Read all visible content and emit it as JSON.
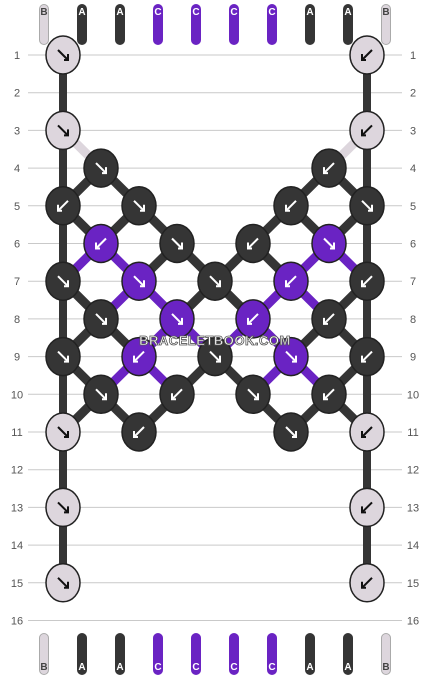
{
  "pattern": {
    "watermark": "BRACELETBOOK.COM",
    "strings_top": [
      "B",
      "A",
      "A",
      "C",
      "C",
      "C",
      "C",
      "A",
      "A",
      "B"
    ],
    "strings_bottom": [
      "B",
      "A",
      "A",
      "C",
      "C",
      "C",
      "C",
      "A",
      "A",
      "B"
    ],
    "string_colors": {
      "A": "#353535",
      "B": "#ddd6dd",
      "C": "#6a23c3"
    },
    "row_labels": [
      "1",
      "2",
      "3",
      "4",
      "5",
      "6",
      "7",
      "8",
      "9",
      "10",
      "11",
      "12",
      "13",
      "14",
      "15",
      "16"
    ],
    "knots": [
      {
        "row": 1,
        "pos": 1,
        "color": "B",
        "dir": "f"
      },
      {
        "row": 1,
        "pos": 9,
        "color": "B",
        "dir": "b"
      },
      {
        "row": 3,
        "pos": 1,
        "color": "B",
        "dir": "f"
      },
      {
        "row": 3,
        "pos": 9,
        "color": "B",
        "dir": "b"
      },
      {
        "row": 4,
        "pos": 2,
        "color": "A",
        "dir": "f"
      },
      {
        "row": 4,
        "pos": 8,
        "color": "A",
        "dir": "b"
      },
      {
        "row": 5,
        "pos": 1,
        "color": "A",
        "dir": "b"
      },
      {
        "row": 5,
        "pos": 3,
        "color": "A",
        "dir": "f"
      },
      {
        "row": 5,
        "pos": 7,
        "color": "A",
        "dir": "b"
      },
      {
        "row": 5,
        "pos": 9,
        "color": "A",
        "dir": "f"
      },
      {
        "row": 6,
        "pos": 2,
        "color": "C",
        "dir": "b"
      },
      {
        "row": 6,
        "pos": 4,
        "color": "A",
        "dir": "f"
      },
      {
        "row": 6,
        "pos": 6,
        "color": "A",
        "dir": "b"
      },
      {
        "row": 6,
        "pos": 8,
        "color": "C",
        "dir": "f"
      },
      {
        "row": 7,
        "pos": 1,
        "color": "A",
        "dir": "f"
      },
      {
        "row": 7,
        "pos": 3,
        "color": "C",
        "dir": "f"
      },
      {
        "row": 7,
        "pos": 5,
        "color": "A",
        "dir": "f"
      },
      {
        "row": 7,
        "pos": 7,
        "color": "C",
        "dir": "b"
      },
      {
        "row": 7,
        "pos": 9,
        "color": "A",
        "dir": "b"
      },
      {
        "row": 8,
        "pos": 2,
        "color": "A",
        "dir": "f"
      },
      {
        "row": 8,
        "pos": 4,
        "color": "C",
        "dir": "f"
      },
      {
        "row": 8,
        "pos": 6,
        "color": "C",
        "dir": "b"
      },
      {
        "row": 8,
        "pos": 8,
        "color": "A",
        "dir": "b"
      },
      {
        "row": 9,
        "pos": 1,
        "color": "A",
        "dir": "f"
      },
      {
        "row": 9,
        "pos": 3,
        "color": "C",
        "dir": "b"
      },
      {
        "row": 9,
        "pos": 5,
        "color": "A",
        "dir": "f"
      },
      {
        "row": 9,
        "pos": 7,
        "color": "C",
        "dir": "f"
      },
      {
        "row": 9,
        "pos": 9,
        "color": "A",
        "dir": "b"
      },
      {
        "row": 10,
        "pos": 2,
        "color": "A",
        "dir": "f"
      },
      {
        "row": 10,
        "pos": 4,
        "color": "A",
        "dir": "b"
      },
      {
        "row": 10,
        "pos": 6,
        "color": "A",
        "dir": "f"
      },
      {
        "row": 10,
        "pos": 8,
        "color": "A",
        "dir": "b"
      },
      {
        "row": 11,
        "pos": 1,
        "color": "B",
        "dir": "f"
      },
      {
        "row": 11,
        "pos": 3,
        "color": "A",
        "dir": "b"
      },
      {
        "row": 11,
        "pos": 7,
        "color": "A",
        "dir": "f"
      },
      {
        "row": 11,
        "pos": 9,
        "color": "B",
        "dir": "b"
      },
      {
        "row": 13,
        "pos": 1,
        "color": "B",
        "dir": "f"
      },
      {
        "row": 13,
        "pos": 9,
        "color": "B",
        "dir": "b"
      },
      {
        "row": 15,
        "pos": 1,
        "color": "B",
        "dir": "f"
      },
      {
        "row": 15,
        "pos": 9,
        "color": "B",
        "dir": "b"
      }
    ]
  }
}
